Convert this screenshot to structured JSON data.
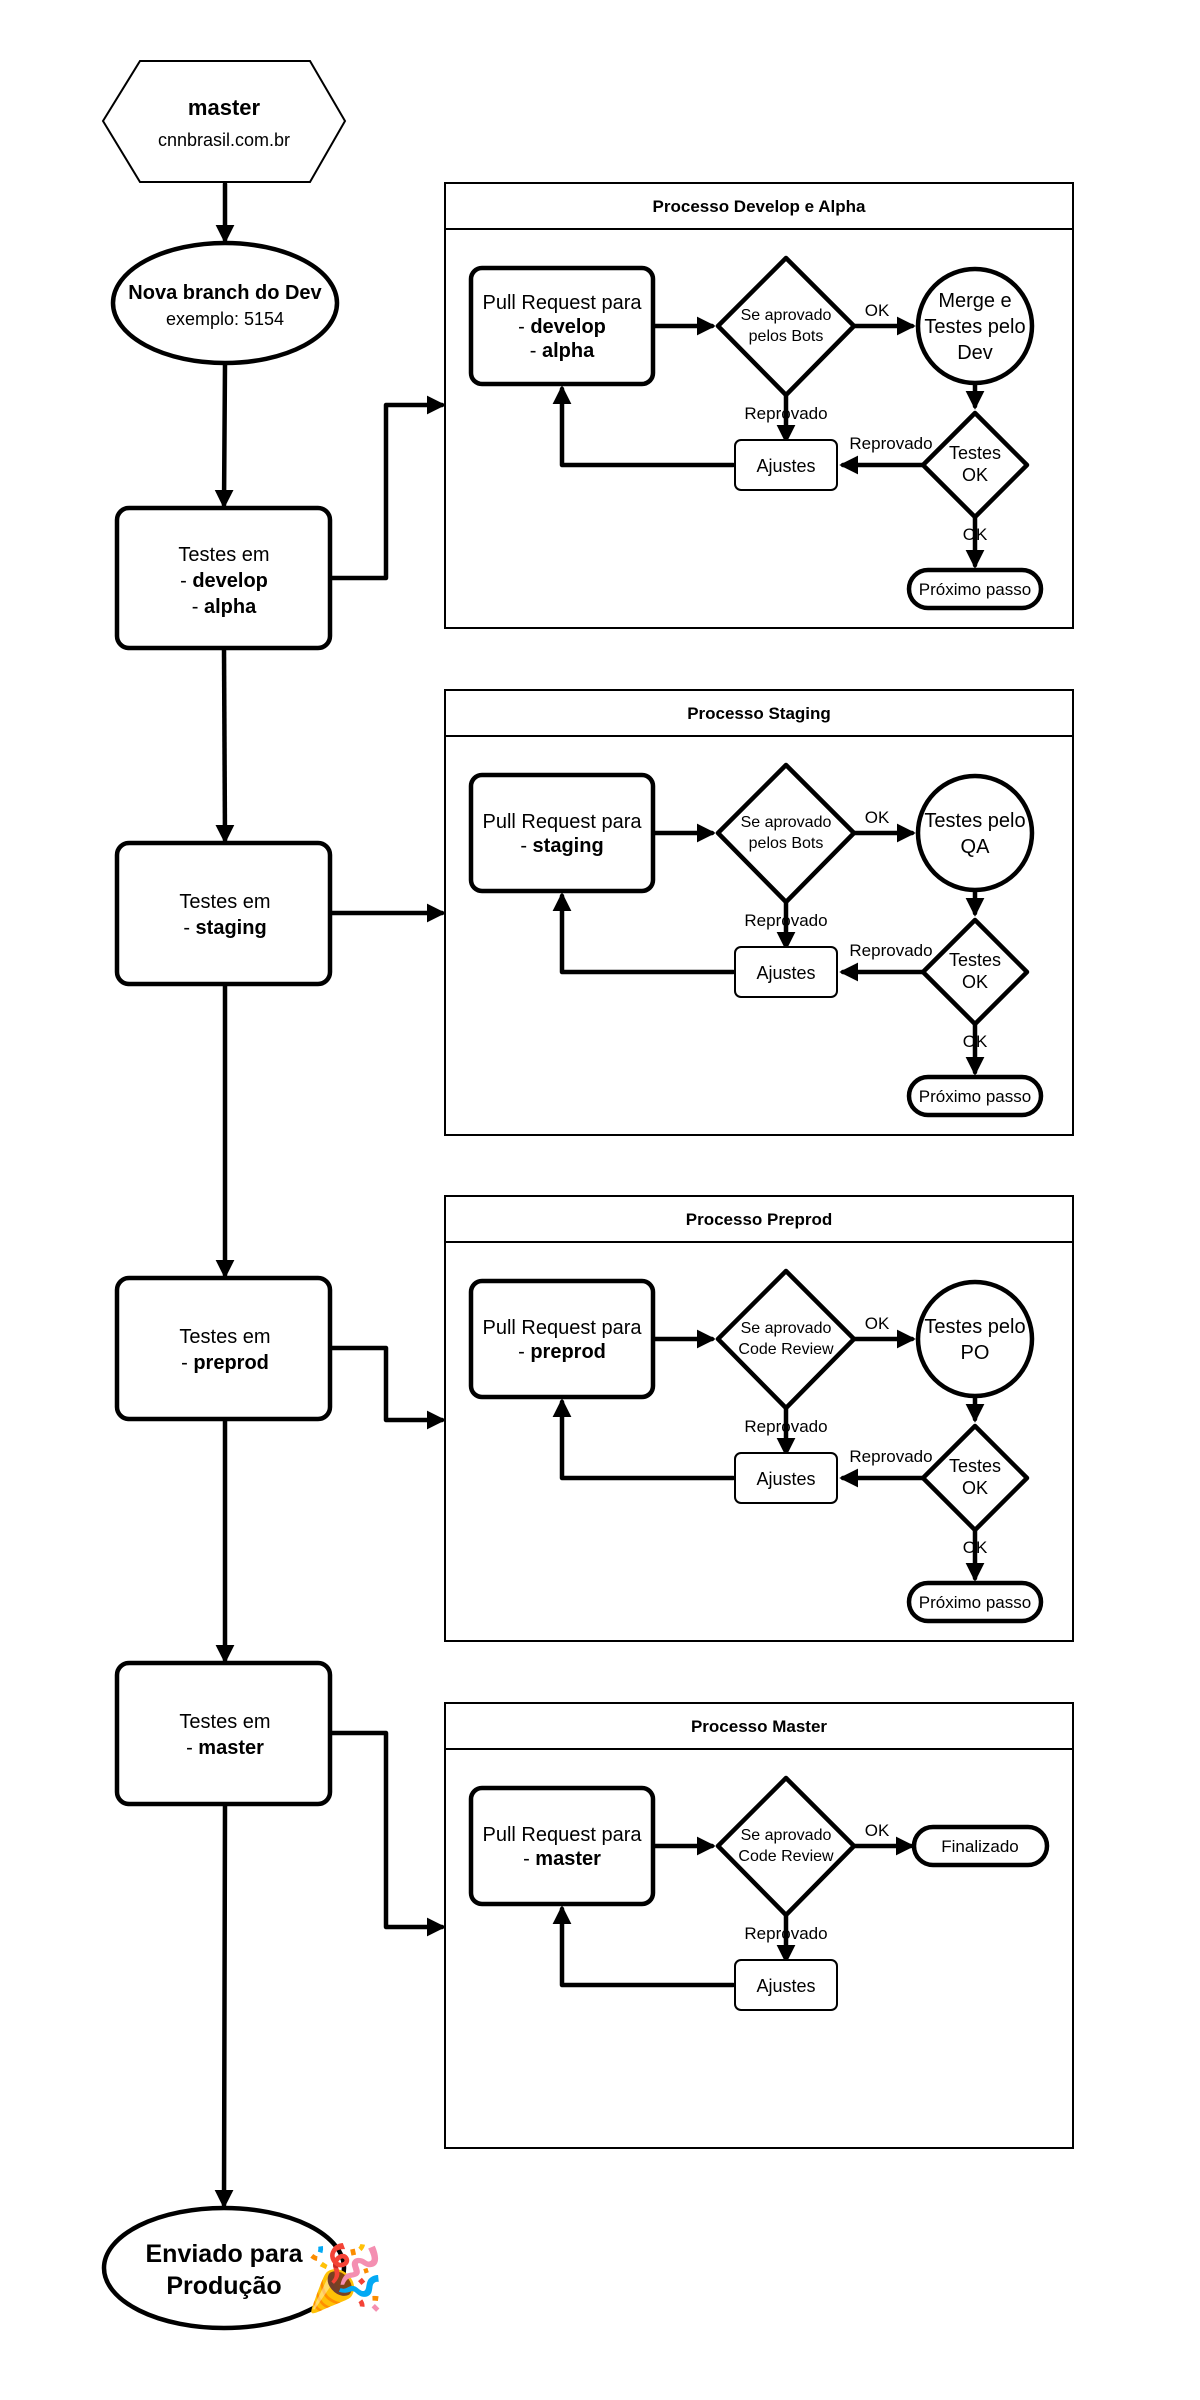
{
  "main": {
    "start": {
      "title": "master",
      "subtitle": "cnnbrasil.com.br"
    },
    "new_branch": {
      "title": "Nova branch do Dev",
      "subtitle": "exemplo: 5154"
    },
    "steps": [
      {
        "prefix": "Testes em",
        "branches": [
          "develop",
          "alpha"
        ]
      },
      {
        "prefix": "Testes em",
        "branches": [
          "staging"
        ]
      },
      {
        "prefix": "Testes em",
        "branches": [
          "preprod"
        ]
      },
      {
        "prefix": "Testes em",
        "branches": [
          "master"
        ]
      }
    ],
    "end": {
      "lines": [
        "Enviado para",
        "Produção"
      ],
      "emoji": "🎉"
    }
  },
  "panels": [
    {
      "title": "Processo Develop e Alpha",
      "pr_label": "Pull Request para",
      "pr_branches": [
        "develop",
        "alpha"
      ],
      "check": [
        "Se aprovado",
        "pelos Bots"
      ],
      "ok_label": "OK",
      "rejected_label": "Reprovado",
      "adjust_label": "Ajustes",
      "tester": [
        "Merge e",
        "Testes pelo",
        "Dev"
      ],
      "tests_ok": [
        "Testes",
        "OK"
      ],
      "tests_rejected_label": "Reprovado",
      "tests_ok_label": "OK",
      "next_label": "Próximo passo"
    },
    {
      "title": "Processo Staging",
      "pr_label": "Pull Request para",
      "pr_branches": [
        "staging"
      ],
      "check": [
        "Se aprovado",
        "pelos Bots"
      ],
      "ok_label": "OK",
      "rejected_label": "Reprovado",
      "adjust_label": "Ajustes",
      "tester": [
        "Testes pelo",
        "QA"
      ],
      "tests_ok": [
        "Testes",
        "OK"
      ],
      "tests_rejected_label": "Reprovado",
      "tests_ok_label": "OK",
      "next_label": "Próximo passo"
    },
    {
      "title": "Processo Preprod",
      "pr_label": "Pull Request para",
      "pr_branches": [
        "preprod"
      ],
      "check": [
        "Se aprovado",
        "Code Review"
      ],
      "ok_label": "OK",
      "rejected_label": "Reprovado",
      "adjust_label": "Ajustes",
      "tester": [
        "Testes pelo",
        "PO"
      ],
      "tests_ok": [
        "Testes",
        "OK"
      ],
      "tests_rejected_label": "Reprovado",
      "tests_ok_label": "OK",
      "next_label": "Próximo passo"
    },
    {
      "title": "Processo Master",
      "pr_label": "Pull Request para",
      "pr_branches": [
        "master"
      ],
      "check": [
        "Se aprovado",
        "Code Review"
      ],
      "ok_label": "OK",
      "rejected_label": "Reprovado",
      "adjust_label": "Ajustes",
      "final_label": "Finalizado"
    }
  ]
}
